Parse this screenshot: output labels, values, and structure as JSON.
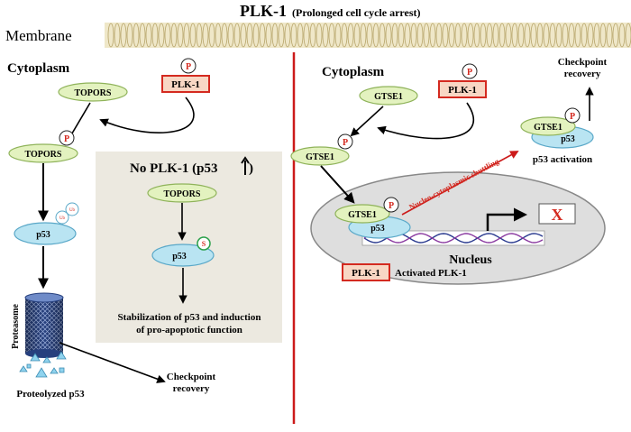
{
  "title": {
    "main": "PLK-1",
    "sub": "(Prolonged cell cycle arrest)"
  },
  "membrane_label": "Membrane",
  "left_panel": {
    "cytoplasm_label": "Cytoplasm",
    "phospho_label": "P",
    "plk1_label": "PLK-1",
    "topors_label": "TOPORS",
    "p53_label": "p53",
    "ub_label": "Ub",
    "proteasome_label": "Proteasome",
    "proteolyzed_label": "Proteolyzed p53",
    "checkpoint_line1": "Checkpoint",
    "checkpoint_line2": "recovery"
  },
  "inset": {
    "title": "No PLK-1 (p53",
    "topors_label": "TOPORS",
    "p53_label": "p53",
    "s_label": "S",
    "caption_line1": "Stabilization of p53 and induction",
    "caption_line2": "of pro-apoptotic function"
  },
  "right_panel": {
    "cytoplasm_label": "Cytoplasm",
    "phospho_label": "P",
    "plk1_label": "PLK-1",
    "gtse1_label": "GTSE1",
    "p53_label": "p53",
    "shuttling_label": "Nucleo-cytoplasmic shuttling",
    "blocked_label": "X",
    "nucleus_label": "Nucleus",
    "checkpoint_line1": "Checkpoint",
    "checkpoint_line2": "recovery",
    "activation_label": "p53 activation",
    "legend_box_label": "PLK-1",
    "legend_text": "Activated PLK-1"
  },
  "colors": {
    "divider": "#cc1a1a",
    "green_fill": "#e3f2bf",
    "green_stroke": "#8fb35a",
    "blue_fill": "#b9e4f2",
    "blue_stroke": "#5aa8c8",
    "plk_fill": "#f8d7c4",
    "plk_stroke": "#d42a20",
    "phospho_red": "#d42a20",
    "inset_bg": "#ece9e0",
    "nucleus_fill": "#dedede",
    "membrane_fill": "#efe7c8",
    "membrane_stroke": "#b7a56a"
  }
}
